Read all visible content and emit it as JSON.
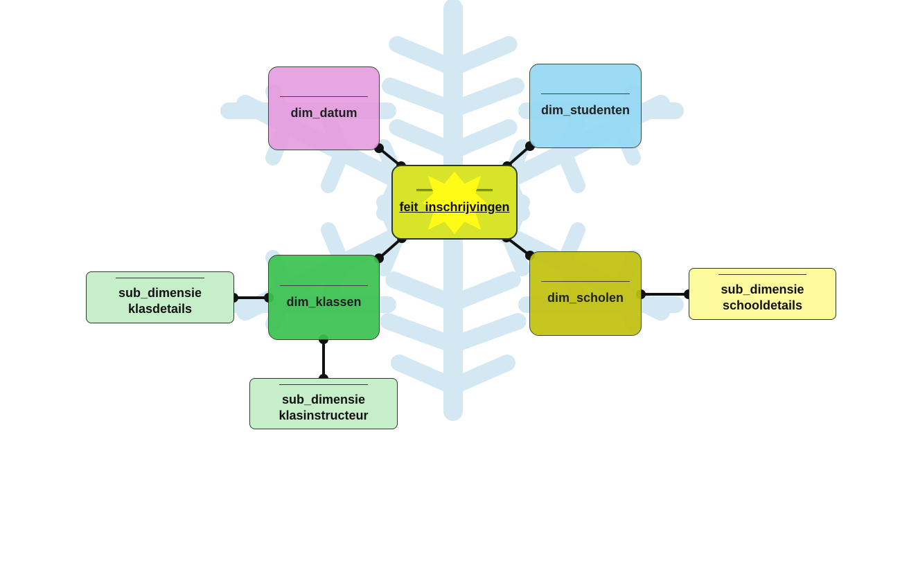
{
  "colors": {
    "snowflake": "#d3e8f2",
    "connector": "#111111",
    "fact_fill": "#d8e42a",
    "fact_star": "#fffb16",
    "dim_datum": "#e69edf",
    "dim_studenten": "#95d8f5",
    "dim_klassen": "#3cc24f",
    "dim_scholen": "#c2c20f",
    "sub_klas": "#c6efc9",
    "sub_school": "#fdfa9e"
  },
  "fact": {
    "label": "feit_inschrijvingen"
  },
  "dimensions": [
    {
      "id": "dim_datum",
      "label": "dim_datum"
    },
    {
      "id": "dim_studenten",
      "label": "dim_studenten"
    },
    {
      "id": "dim_klassen",
      "label": "dim_klassen"
    },
    {
      "id": "dim_scholen",
      "label": "dim_scholen"
    }
  ],
  "sub_dimensions": [
    {
      "id": "sub_klasdetails",
      "line1": "sub_dimensie",
      "line2": "klasdetails"
    },
    {
      "id": "sub_klasinstructeur",
      "line1": "sub_dimensie",
      "line2": "klasinstructeur"
    },
    {
      "id": "sub_schooldetails",
      "line1": "sub_dimensie",
      "line2": "schooldetails"
    }
  ]
}
